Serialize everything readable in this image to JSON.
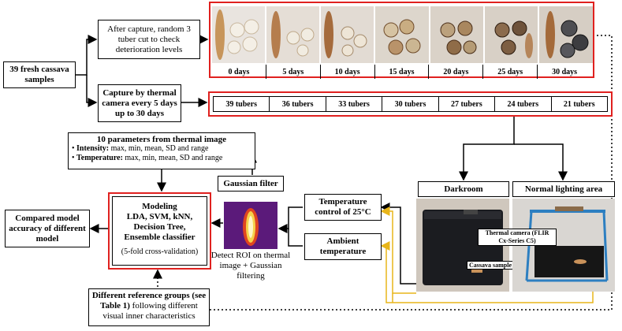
{
  "samples_box": "39 fresh cassava samples",
  "after_capture_box": "After capture, random 3 tuber cut to check deterioration levels",
  "capture_box": "Capture by thermal camera every 5 days up to 30 days",
  "days": [
    "0 days",
    "5 days",
    "10 days",
    "15 days",
    "20 days",
    "25 days",
    "30 days"
  ],
  "tubers": [
    "39 tubers",
    "36 tubers",
    "33 tubers",
    "30 tubers",
    "27 tubers",
    "24 tubers",
    "21 tubers"
  ],
  "params": {
    "title": "10 parameters from thermal image",
    "intensity_label": "Intensity:",
    "intensity_text": " max, min, mean, SD and range",
    "temperature_label": "Temperature:",
    "temperature_text": " max, min, mean, SD and range"
  },
  "gaussian_filter": "Gaussian filter",
  "modeling": {
    "title": "Modeling",
    "line1": "LDA, SVM, kNN,",
    "line2": "Decision Tree,",
    "line3": "Ensemble classifier",
    "cv": "(5-fold cross-validation)"
  },
  "compared_box": "Compared model accuracy of different model",
  "roi_caption": "Detect ROI on thermal image + Gaussian filtering",
  "temp_control": "Temperature control of 25°C",
  "ambient": "Ambient temperature",
  "darkroom": "Darkroom",
  "normal_light": "Normal lighting area",
  "thermal_camera_label": "Thermal camera (FLIR Cx-Series C5)",
  "cassava_sample_label": "Cassava sample",
  "reference_groups": {
    "bold": "Different reference groups (see Table 1)",
    "normal": " following different visual inner characteristics"
  },
  "colors": {
    "highlight_red": "#e0211f",
    "ambient_line": "#e8b51a",
    "thermal_hot": "#f5d24b",
    "thermal_bg": "#6a1d87"
  }
}
